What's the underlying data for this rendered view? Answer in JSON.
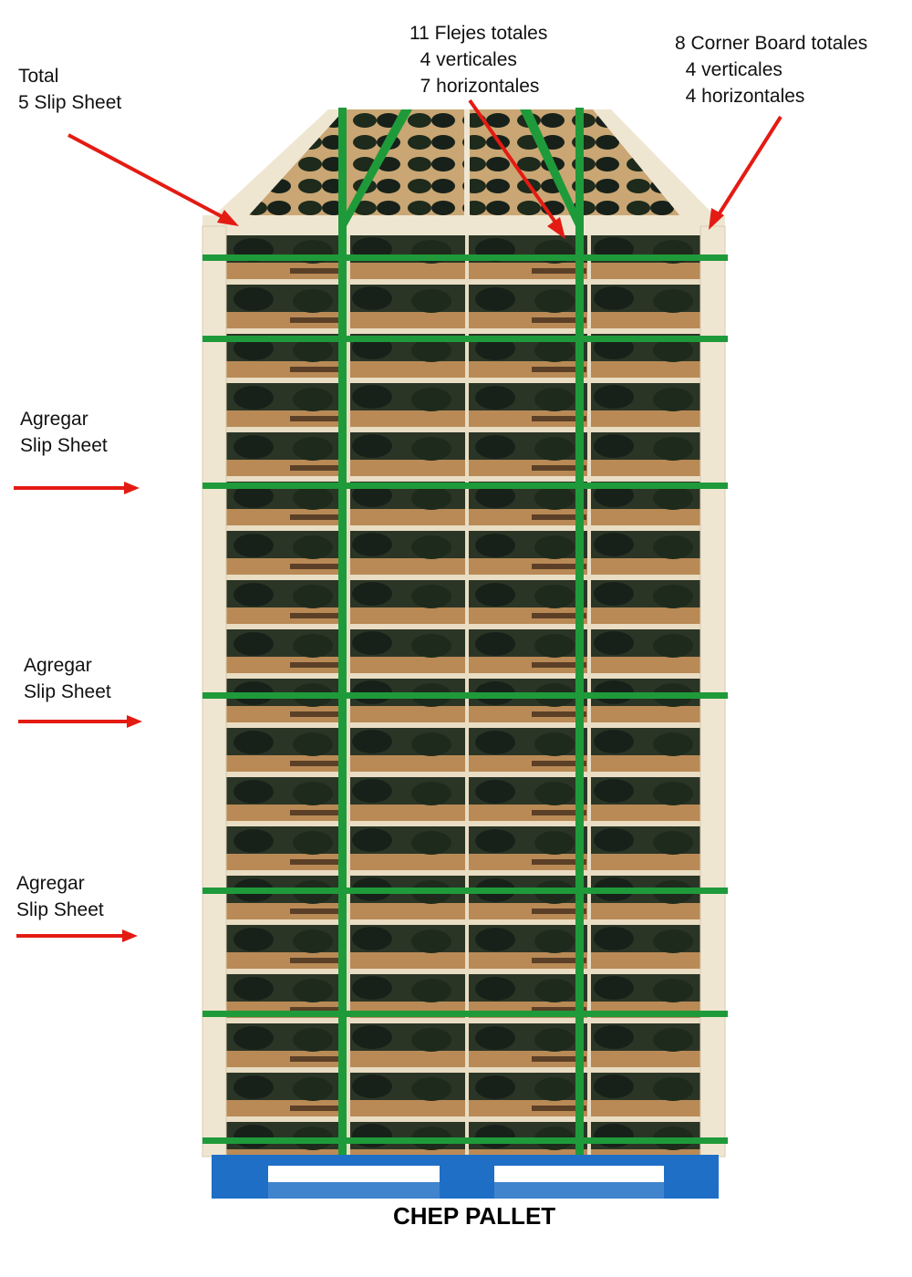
{
  "annotations": {
    "total_slip": {
      "line1": "Total",
      "line2": "5 Slip Sheet"
    },
    "flejes": {
      "line1": "11 Flejes totales",
      "line2": "4 verticales",
      "line3": "7 horizontales"
    },
    "corner": {
      "line1": "8 Corner Board totales",
      "line2": "4 verticales",
      "line3": "4 horizontales"
    },
    "agregar_1": {
      "line1": "Agregar",
      "line2": "Slip Sheet"
    },
    "agregar_2": {
      "line1": "Agregar",
      "line2": "Slip Sheet"
    },
    "agregar_3": {
      "line1": "Agregar",
      "line2": "Slip Sheet"
    }
  },
  "pallet_label": "CHEP PALLET",
  "colors": {
    "arrow": "#e41b13",
    "strap": "#1f9a3a",
    "corner_board": "#efe6d2",
    "box": "#b98a56",
    "fruit": "#1d2a1c",
    "pallet": "#1f6fc6"
  }
}
